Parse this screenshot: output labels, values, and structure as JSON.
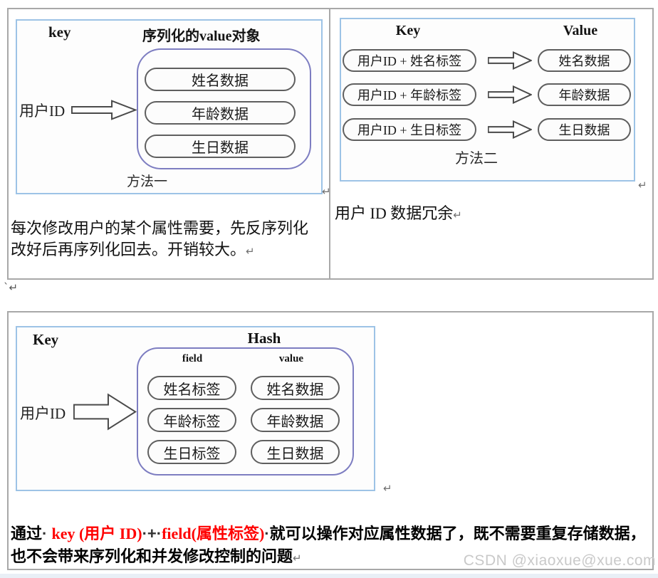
{
  "marks": {
    "return": "↵",
    "tick": "`"
  },
  "method1": {
    "key_header": "key",
    "value_header": "序列化的value对象",
    "user_id": "用户ID",
    "items": [
      "姓名数据",
      "年龄数据",
      "生日数据"
    ],
    "caption": "方法一",
    "note_line1": "每次修改用户的某个属性需要，先反序列化",
    "note_line2": "改好后再序列化回去。开销较大。"
  },
  "method2": {
    "key_header": "Key",
    "value_header": "Value",
    "rows": [
      {
        "key": "用户ID + 姓名标签",
        "value": "姓名数据"
      },
      {
        "key": "用户ID + 年龄标签",
        "value": "年龄数据"
      },
      {
        "key": "用户ID + 生日标签",
        "value": "生日数据"
      }
    ],
    "caption": "方法二",
    "note": "用户 ID 数据冗余"
  },
  "method3": {
    "key_header": "Key",
    "hash_header": "Hash",
    "field_header": "field",
    "value_header": "value",
    "user_id": "用户ID",
    "rows": [
      {
        "field": "姓名标签",
        "value": "姓名数据"
      },
      {
        "field": "年龄标签",
        "value": "年龄数据"
      },
      {
        "field": "生日标签",
        "value": "生日数据"
      }
    ]
  },
  "summary": {
    "prefix": "通过",
    "sep1": "· ",
    "red1": "key (用户 ID)",
    "sep2": "·+·",
    "red2": "field(属性标签)",
    "sep3": "·",
    "body": "就可以操作对应属性数据了，既不需要重复存储数据，也不会带来序列化和并发修改控制的问题"
  },
  "watermark": "CSDN @xiaoxue@xue.com",
  "colors": {
    "red_text": "#ff0000",
    "image_border": "#9dc3e6",
    "purple_border": "#7d7dc1",
    "table_border": "#a8a8a8",
    "pill_border": "#5f5f5f",
    "watermark": "#c9c9c9",
    "bottom_strip": "#e9eff6"
  }
}
